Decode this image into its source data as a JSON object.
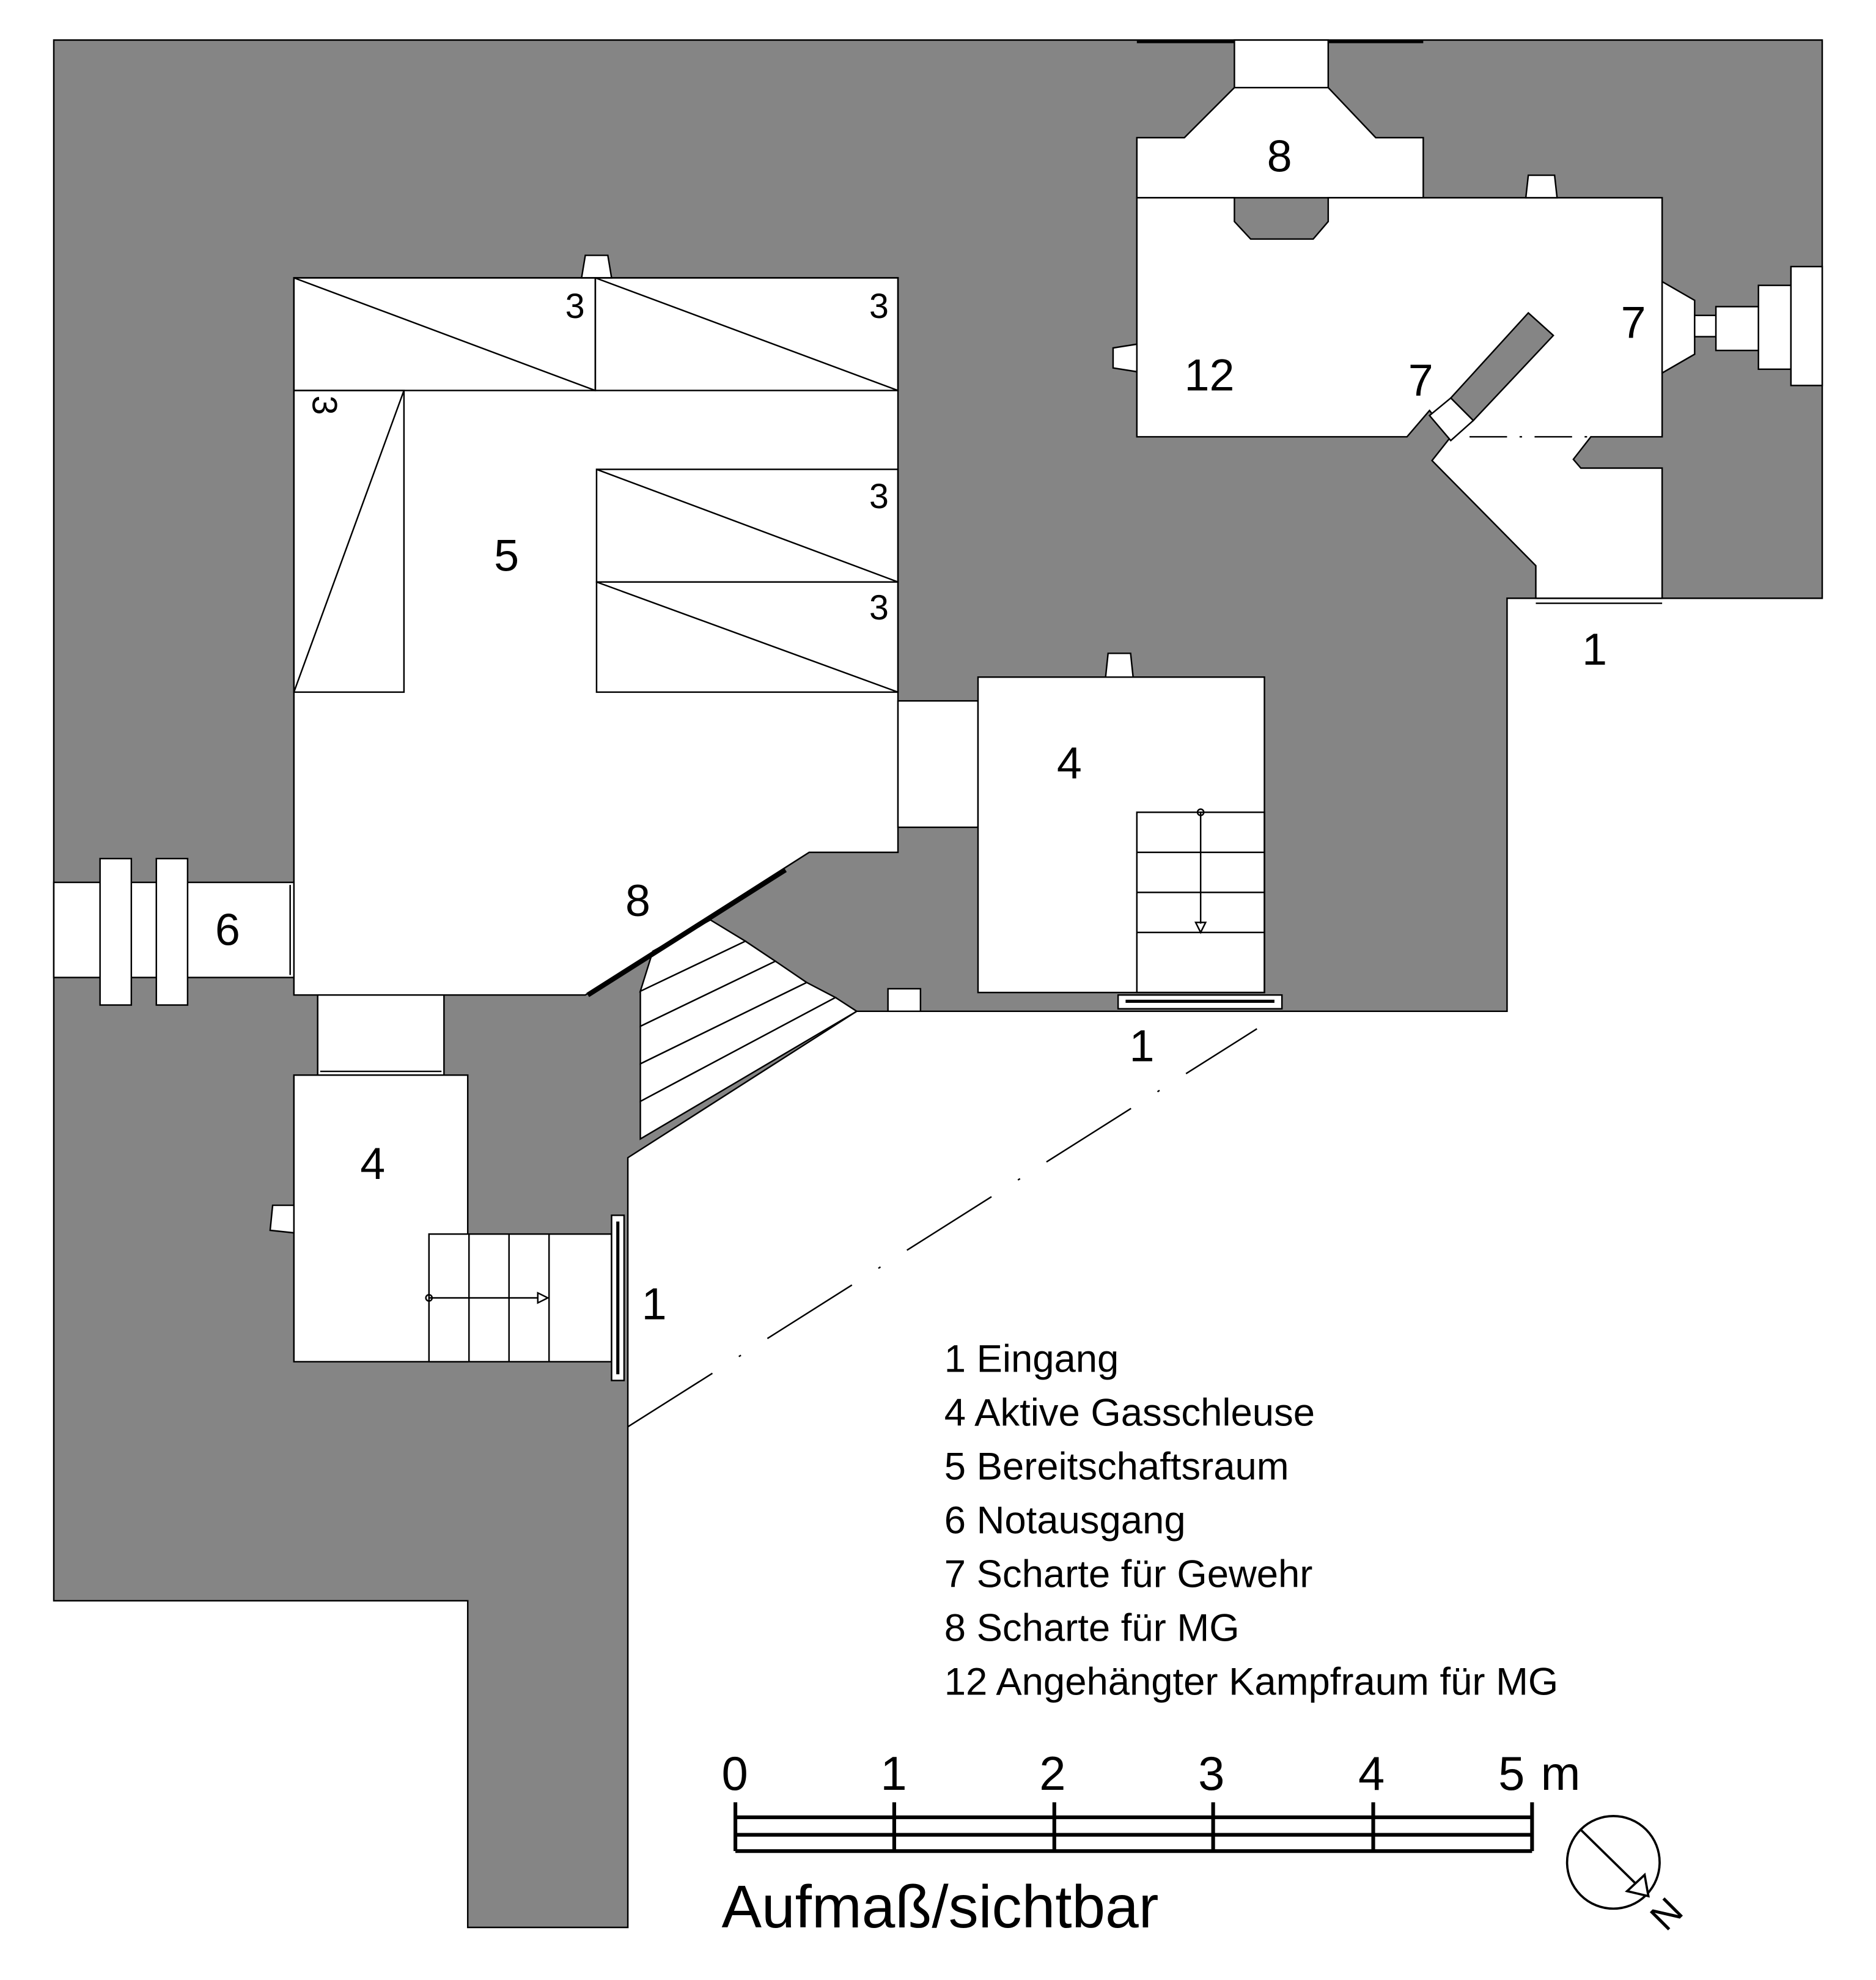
{
  "rooms": {
    "r5": "5",
    "r6": "6",
    "r4a": "4",
    "r4b": "4",
    "r8a": "8",
    "r8b": "8",
    "r12": "12",
    "r7a": "7",
    "r7b": "7",
    "r1a": "1",
    "r1b": "1",
    "r1c": "1",
    "b1": "3",
    "b2": "3",
    "b3": "3",
    "b4": "3",
    "b5": "3"
  },
  "legend": [
    "1 Eingang",
    "4 Aktive Gasschleuse",
    "5 Bereitschaftsraum",
    "6 Notausgang",
    "7 Scharte für Gewehr",
    "8 Scharte für MG",
    "12 Angehängter Kampfraum für MG"
  ],
  "scale": {
    "ticks": [
      "0",
      "1",
      "2",
      "3",
      "4",
      "5"
    ],
    "unit": "m"
  },
  "title": "Aufmaß/sichtbar",
  "compass": {
    "label": "N"
  },
  "colors": {
    "wall": "#858585",
    "room": "#ffffff"
  }
}
